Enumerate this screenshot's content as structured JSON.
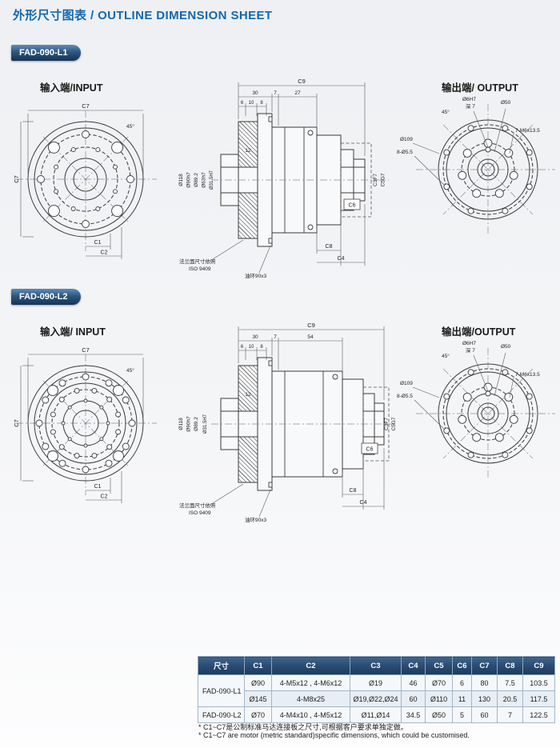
{
  "page": {
    "title": "外形尺寸图表 / OUTLINE DIMENSION SHEET"
  },
  "s1": {
    "badge": "FAD-090-L1",
    "input_label": "输入端/INPUT",
    "output_label": "输出端/ OUTPUT",
    "c7": "C7",
    "c1": "C1",
    "c2": "C2",
    "a45": "45°",
    "c9": "C9",
    "d30": "30",
    "d7": "7",
    "dmid": "27",
    "d6": "6",
    "d10": "10",
    "d8": "8",
    "dia118": "Ø118",
    "dia90": "Ø90h7",
    "dia892": "Ø89.2",
    "dia63": "Ø63h7",
    "dia315": "Ø31.5H7",
    "d12": "12",
    "c3": "C3F7",
    "c5": "C5G7",
    "c6": "C6",
    "c8": "C8",
    "c4": "C4",
    "note1": "法兰面尺寸依照",
    "note2": "ISO 9409",
    "note3": "油环90x3",
    "out_dia6": "Ø6H7",
    "out_depth": "深 7",
    "out_dia50": "Ø50",
    "out_m6": "7-M6x13.5",
    "out_dia109": "Ø109",
    "out_holes": "8-Ø5.5"
  },
  "s2": {
    "badge": "FAD-090-L2",
    "input_label": "输入端/ INPUT",
    "output_label": "输出端/OUTPUT",
    "c7": "C7",
    "c1": "C1",
    "c2": "C2",
    "a45": "45°",
    "c9": "C9",
    "d30": "30",
    "d7": "7",
    "dmid": "54",
    "d6": "6",
    "d10": "10",
    "d8": "8",
    "dia118": "Ø118",
    "dia90": "Ø90h7",
    "dia892": "Ø89.2",
    "dia315": "Ø31.5H7",
    "d12": "12",
    "c3": "C3F7",
    "c5": "C5G7",
    "c6": "C6",
    "c8": "C8",
    "c4": "C4",
    "note1": "法兰面尺寸依照",
    "note2": "ISO 9409",
    "note3": "油环90x3",
    "out_dia6": "Ø6H7",
    "out_depth": "深 7",
    "out_dia50": "Ø50",
    "out_m6": "7-M6x13.5",
    "out_dia109": "Ø109",
    "out_holes": "8-Ø5.5"
  },
  "table": {
    "headers": [
      "尺寸",
      "C1",
      "C2",
      "C3",
      "C4",
      "C5",
      "C6",
      "C7",
      "C8",
      "C9"
    ],
    "rows": [
      {
        "label": "FAD-090-L1",
        "cells": [
          "Ø90",
          "4-M5x12 , 4-M6x12",
          "Ø19",
          "46",
          "Ø70",
          "6",
          "80",
          "7.5",
          "103.5"
        ]
      },
      {
        "label": "",
        "cells": [
          "Ø145",
          "4-M8x25",
          "Ø19,Ø22,Ø24",
          "60",
          "Ø110",
          "11",
          "130",
          "20.5",
          "117.5"
        ]
      },
      {
        "label": "FAD-090-L2",
        "cells": [
          "Ø70",
          "4-M4x10 , 4-M5x12",
          "Ø11,Ø14",
          "34.5",
          "Ø50",
          "5",
          "60",
          "7",
          "122.5"
        ]
      }
    ]
  },
  "notes": [
    "* C1~C7是公制标准马达连接板之尺寸,可根据客户要求单独定做。",
    "* C1~C7 are motor (metric standard)specific dimensions, which could be customised."
  ]
}
